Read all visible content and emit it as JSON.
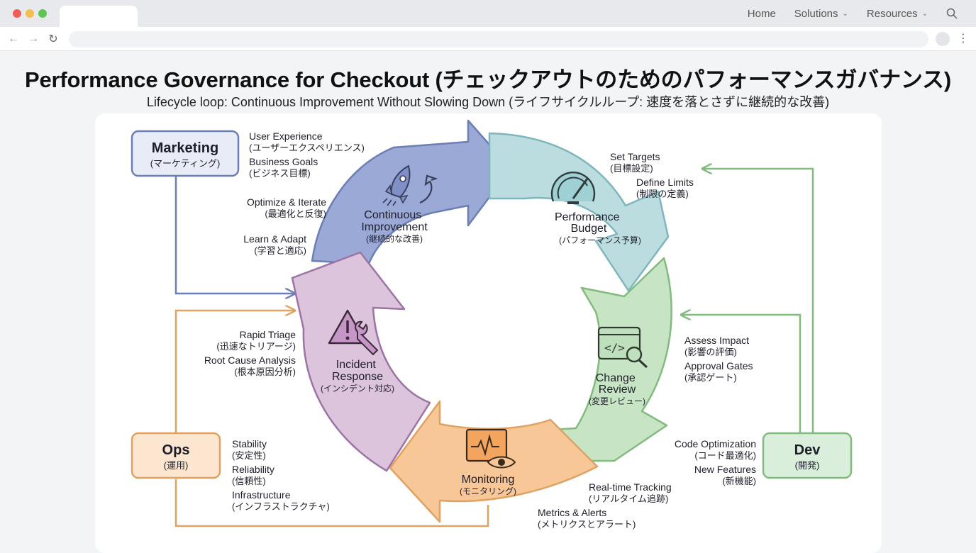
{
  "browser": {
    "nav": {
      "home": "Home",
      "solutions": "Solutions",
      "resources": "Resources"
    },
    "icons": {
      "back": "arrow-left-icon",
      "forward": "arrow-right-icon",
      "reload": "reload-icon",
      "search": "search-icon",
      "menu": "kebab-menu-icon"
    }
  },
  "page": {
    "title": "Performance Governance for Checkout (チェックアウトのためのパフォーマンスガバナンス)",
    "subtitle": "Lifecycle loop: Continuous Improvement Without Slowing Down (ライフサイクルループ: 速度を落とさずに継続的な改善)"
  },
  "colors": {
    "blue": "#8e9fcf",
    "blue_stroke": "#6b7fb5",
    "teal": "#b6d8dc",
    "teal_stroke": "#7fb6bd",
    "green": "#c3e2c0",
    "green_stroke": "#82bb7e",
    "orange": "#f6c08e",
    "orange_stroke": "#e0a262",
    "purple": "#d9bfd9",
    "purple_stroke": "#9d73a5",
    "marketing_box": "#e8ecf7",
    "ops_box": "#fde6cf",
    "dev_box": "#d9eedb"
  },
  "cycle": {
    "continuous_improvement": {
      "en1": "Continuous",
      "en2": "Improvement",
      "ja": "(継続的な改善)",
      "icon": "rocket-icon"
    },
    "performance_budget": {
      "en1": "Performance",
      "en2": "Budget",
      "ja": "(パフォーマンス予算)",
      "icon": "gauge-icon"
    },
    "change_review": {
      "en1": "Change",
      "en2": "Review",
      "ja": "(変更レビュー)",
      "icon": "code-review-icon"
    },
    "monitoring": {
      "en1": "Monitoring",
      "ja": "(モニタリング)",
      "icon": "monitor-pulse-icon"
    },
    "incident_response": {
      "en1": "Incident",
      "en2": "Response",
      "ja": "(インシデント対応)",
      "icon": "warning-wrench-icon"
    }
  },
  "stakeholders": {
    "marketing": {
      "en": "Marketing",
      "ja": "(マーケティング)"
    },
    "ops": {
      "en": "Ops",
      "ja": "(運用)"
    },
    "dev": {
      "en": "Dev",
      "ja": "(開発)"
    }
  },
  "notes": {
    "marketing": [
      {
        "en": "User Experience",
        "ja": "(ユーザーエクスペリエンス)"
      },
      {
        "en": "Business Goals",
        "ja": "(ビジネス目標)"
      }
    ],
    "improvement": [
      {
        "en": "Optimize & Iterate",
        "ja": "(最適化と反復)"
      },
      {
        "en": "Learn & Adapt",
        "ja": "(学習と適応)"
      }
    ],
    "budget": [
      {
        "en": "Set Targets",
        "ja": "(目標設定)"
      },
      {
        "en": "Define Limits",
        "ja": "(制限の定義)"
      }
    ],
    "review": [
      {
        "en": "Assess Impact",
        "ja": "(影響の評価)"
      },
      {
        "en": "Approval Gates",
        "ja": "(承認ゲート)"
      }
    ],
    "dev": [
      {
        "en": "Code Optimization",
        "ja": "(コード最適化)"
      },
      {
        "en": "New Features",
        "ja": "(新機能)"
      }
    ],
    "monitoring": [
      {
        "en": "Real-time Tracking",
        "ja": "(リアルタイム追跡)"
      },
      {
        "en": "Metrics & Alerts",
        "ja": "(メトリクスとアラート)"
      }
    ],
    "incident": [
      {
        "en": "Rapid Triage",
        "ja": "(迅速なトリアージ)"
      },
      {
        "en": "Root Cause Analysis",
        "ja": "(根本原因分析)"
      }
    ],
    "ops": [
      {
        "en": "Stability",
        "ja": "(安定性)"
      },
      {
        "en": "Reliability",
        "ja": "(信頼性)"
      },
      {
        "en": "Infrastructure",
        "ja": "(インフラストラクチャ)"
      }
    ]
  }
}
